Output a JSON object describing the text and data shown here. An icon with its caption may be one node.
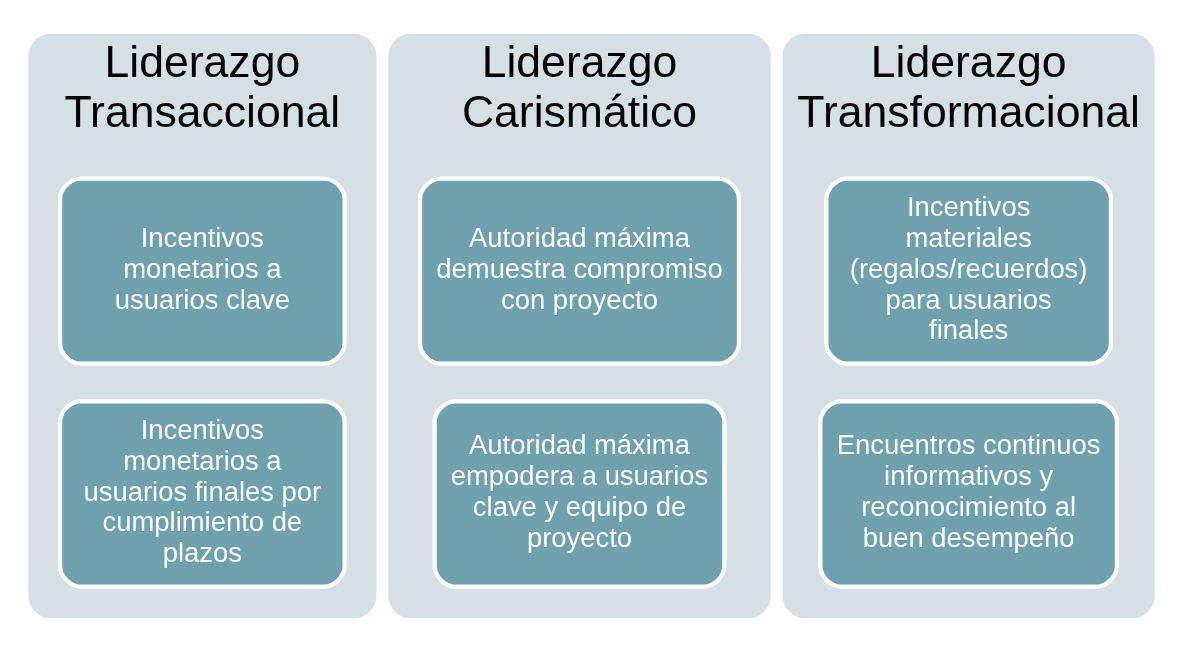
{
  "diagram": {
    "nodes": [
      {
        "text": [
          "Liderazgo Transaccional"
        ]
      },
      {
        "text": [
          "Incentivos monetarios a usuarios clave"
        ],
        "in": 0
      },
      {
        "text": [
          "Incentivos monetarios a usuarios finales por cumplimiento de plazos"
        ],
        "in": 0
      },
      {
        "text": [
          "Liderazgo Carismático"
        ]
      },
      {
        "text": [
          "Autoridad máxima demuestra compromiso con proyecto"
        ],
        "in": 3
      },
      {
        "text": [
          "Autoridad máxima empodera a usuarios clave y equipo de proyecto"
        ],
        "in": 3
      },
      {
        "text": [
          "Liderazgo Transformacional"
        ]
      },
      {
        "text": [
          "Incentivos materiales (regalos/recuerdos) para usuarios finales"
        ],
        "in": 6
      },
      {
        "text": [
          "Encuentros continuos informativos y reconocimiento al buen desempeño"
        ],
        "in": 6
      }
    ]
  }
}
